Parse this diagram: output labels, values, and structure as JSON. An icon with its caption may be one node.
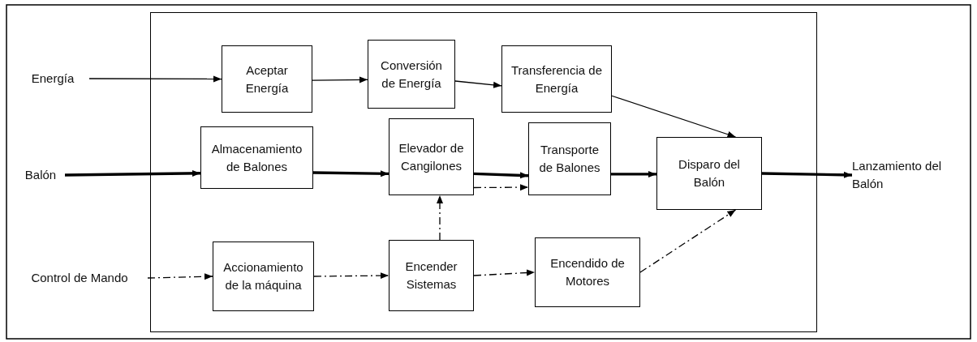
{
  "diagram": {
    "nodes": [
      {
        "text": [],
        "shape": "box"
      },
      {
        "text": [
          "Energía"
        ]
      },
      {
        "text": [
          "Aceptar Energía"
        ],
        "in": 0
      },
      {
        "text": [
          "Conversión de Energía"
        ],
        "in": 0
      },
      {
        "text": [
          "Transferencia de Energía"
        ],
        "in": 0
      },
      {
        "text": [
          "Balón"
        ]
      },
      {
        "text": [
          "Almacenamiento de Balones"
        ],
        "in": 0
      },
      {
        "text": [
          "Elevador de Cangilones"
        ],
        "in": 0
      },
      {
        "text": [
          "Transporte de Balones"
        ],
        "in": 0
      },
      {
        "text": [
          "Disparo del Balón"
        ],
        "in": 0
      },
      {
        "text": [
          "Lanzamiento del Balón"
        ]
      },
      {
        "text": [
          "Control de Mando"
        ]
      },
      {
        "text": [
          "Accionamiento de la máquina"
        ],
        "in": 0
      },
      {
        "text": [
          "Encender Sistemas"
        ],
        "in": 0
      },
      {
        "text": [
          "Encendido de Motores"
        ],
        "in": 0
      }
    ],
    "edges": [
      {
        "from": 1,
        "to": 2,
        "arrow": "to"
      },
      {
        "from": 2,
        "to": 3,
        "arrow": "to"
      },
      {
        "from": 3,
        "to": 4,
        "arrow": "to"
      },
      {
        "from": 4,
        "to": 9,
        "arrow": "to"
      },
      {
        "from": 5,
        "to": 6,
        "arrow": "to",
        "style": "thick"
      },
      {
        "from": 6,
        "to": 7,
        "arrow": "to",
        "style": "thick"
      },
      {
        "from": 7,
        "to": 8,
        "arrow": "to",
        "style": "thick"
      },
      {
        "from": 7,
        "to": 8,
        "arrow": "to",
        "style": "dashed"
      },
      {
        "from": 8,
        "to": 9,
        "arrow": "to",
        "style": "thick"
      },
      {
        "from": 9,
        "to": 10,
        "arrow": "to",
        "style": "thick"
      },
      {
        "from": 11,
        "to": 12,
        "arrow": "to",
        "style": "dashed"
      },
      {
        "from": 12,
        "to": 13,
        "arrow": "to",
        "style": "dashed"
      },
      {
        "from": 13,
        "to": 7,
        "arrow": "to",
        "style": "dashed"
      },
      {
        "from": 13,
        "to": 14,
        "arrow": "to",
        "style": "dashed"
      },
      {
        "from": 14,
        "to": 9,
        "arrow": "to",
        "style": "dashed"
      }
    ]
  }
}
